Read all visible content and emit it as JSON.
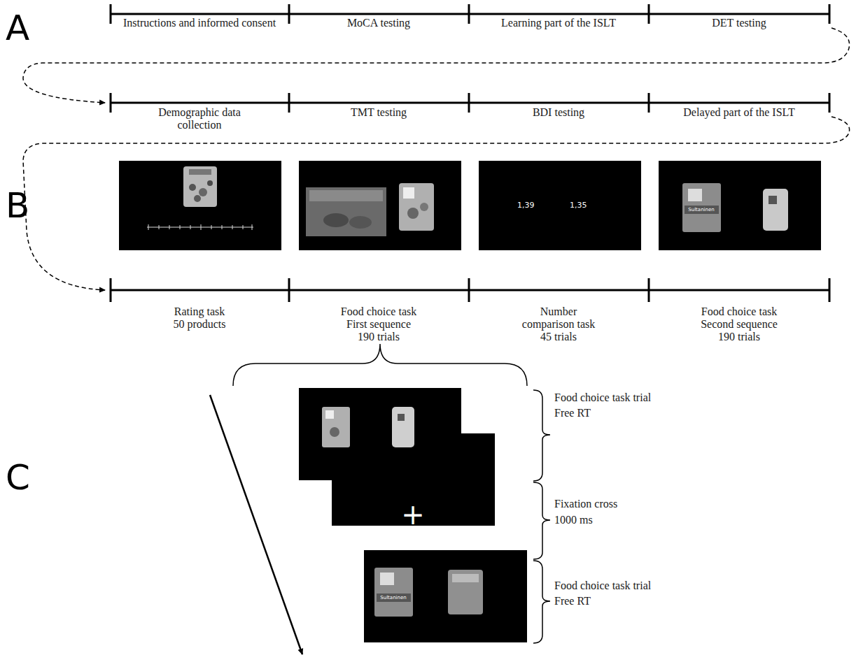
{
  "diagram": {
    "nodes": [
      {
        "text": [
          "1,39",
          "1,35"
        ]
      }
    ],
    "labels": [
      "A",
      "B",
      "C",
      "Instructions and informed consent",
      "MoCA testing",
      "Learning part of the ISLT",
      "DET  testing",
      "Demographic data collection",
      "TMT testing",
      "BDI testing",
      "Delayed part of the ISLT",
      "Rating task",
      "50 products",
      "Food choice task",
      "First sequence",
      "190 trials",
      "Number",
      "comparison task",
      "45 trials",
      "Food choice task",
      "Second sequence",
      "190 trials",
      "Food choice task trial",
      "Free RT",
      "Fixation cross",
      "1000 ms",
      "Food choice task trial",
      "Free RT",
      "+",
      "Sultaninen",
      "Sultaninen"
    ]
  }
}
